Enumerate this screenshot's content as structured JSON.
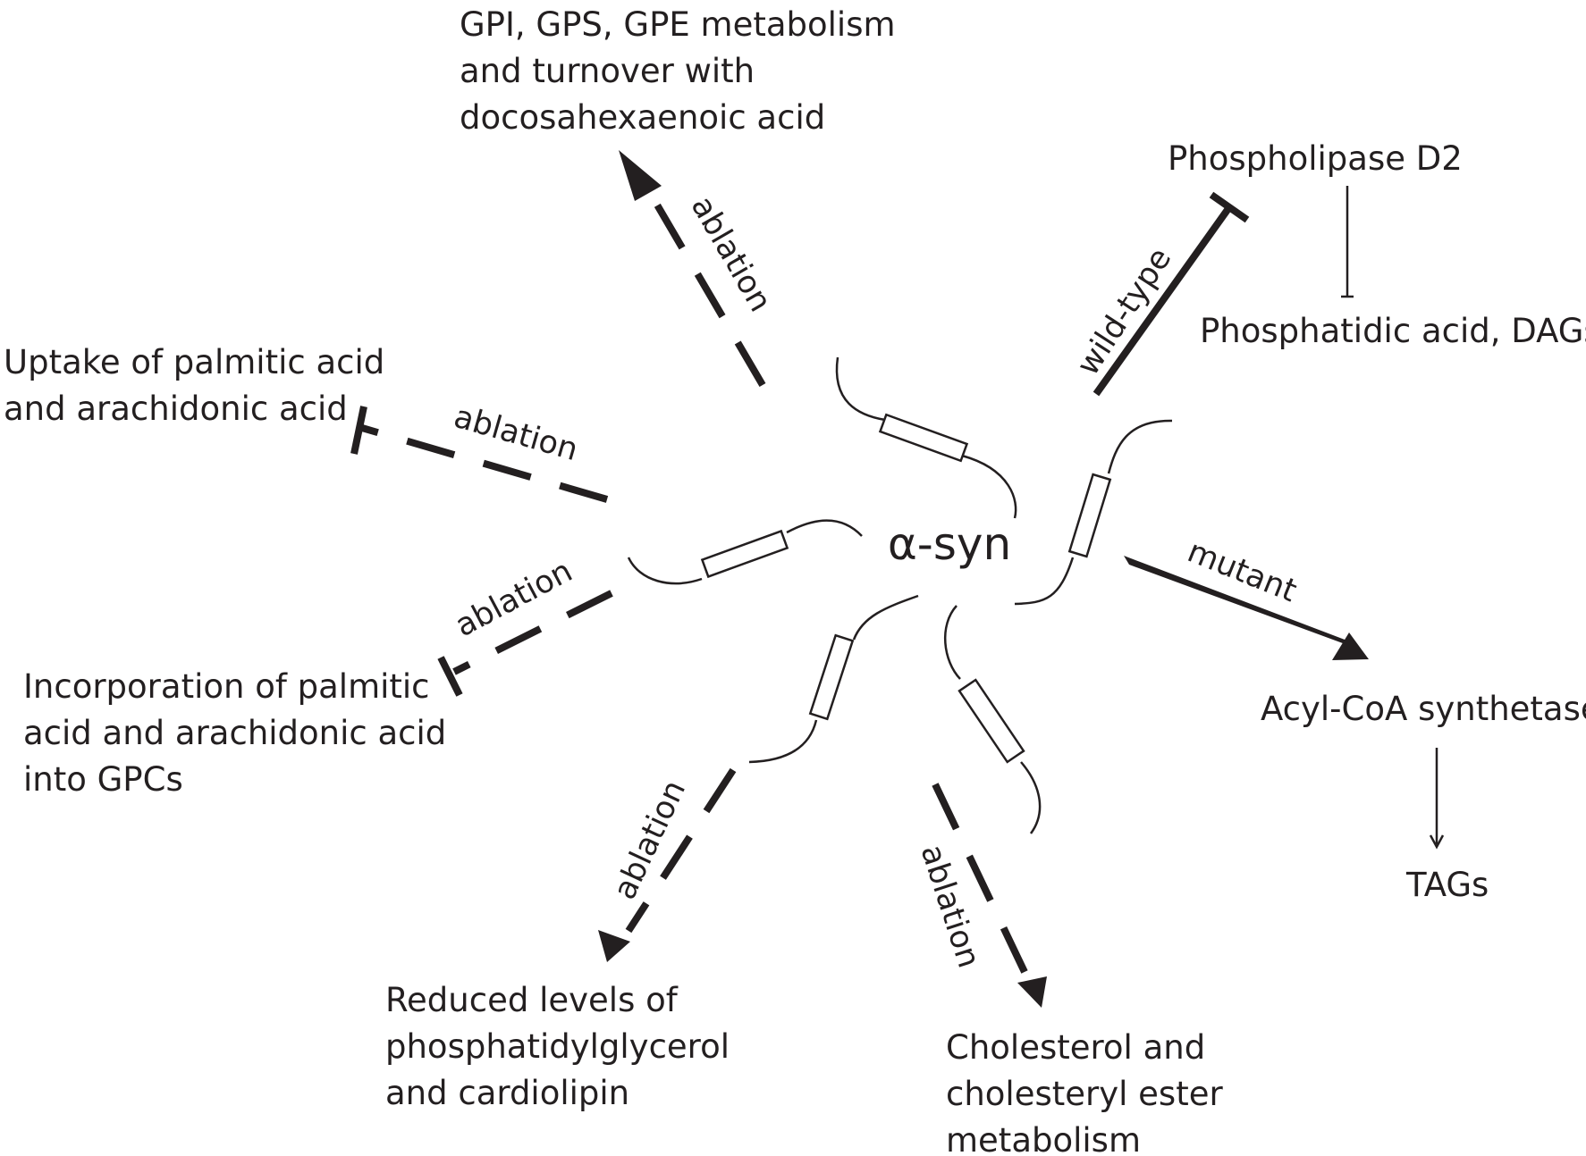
{
  "center": {
    "label": "α-syn"
  },
  "nodes": {
    "gpi": [
      "GPI, GPS, GPE metabolism",
      "and turnover with",
      "docosahexaenoic acid"
    ],
    "pld2": [
      "Phospholipase D2"
    ],
    "pa": [
      "Phosphatidic acid, DAGs"
    ],
    "uptake": [
      "Uptake of palmitic acid",
      "and arachidonic acid"
    ],
    "incorporation": [
      "Incorporation of palmitic",
      "acid and arachidonic acid",
      "into GPCs"
    ],
    "acyl": [
      "Acyl-CoA synthetase"
    ],
    "tags": [
      "TAGs"
    ],
    "reduced": [
      "Reduced levels of",
      "phosphatidylglycerol",
      "and cardiolipin"
    ],
    "cholesterol": [
      "Cholesterol and",
      "cholesteryl ester",
      "metabolism"
    ]
  },
  "edges": {
    "to_gpi": "ablation",
    "to_pld2": "wild-type",
    "to_uptake": "ablation",
    "to_incorporation": "ablation",
    "to_acyl": "mutant",
    "to_reduced": "ablation",
    "to_cholesterol": "ablation"
  }
}
